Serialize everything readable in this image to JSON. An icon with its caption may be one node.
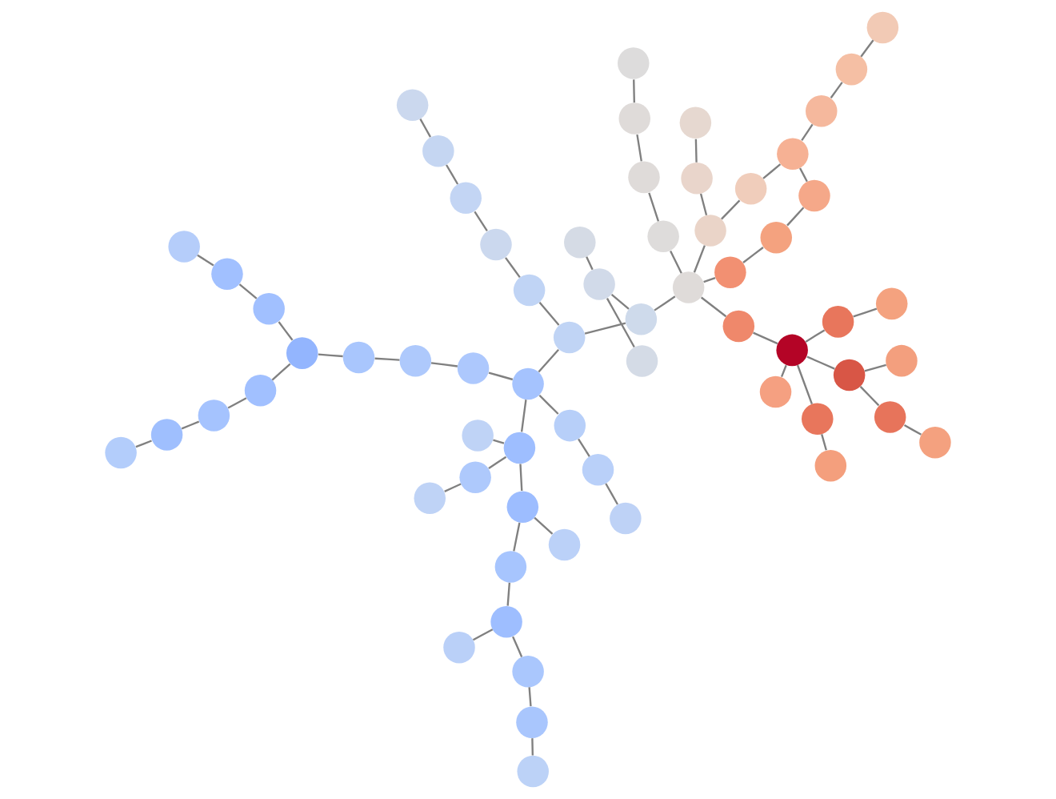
{
  "diagram": {
    "nodes": [
      {
        "text": [],
        "shape": "circle"
      },
      {
        "text": [],
        "shape": "circle"
      },
      {
        "text": [],
        "shape": "circle"
      },
      {
        "text": [],
        "shape": "circle"
      },
      {
        "text": [],
        "shape": "circle"
      },
      {
        "text": [],
        "shape": "circle"
      },
      {
        "text": [],
        "shape": "circle"
      },
      {
        "text": [],
        "shape": "circle"
      },
      {
        "text": [],
        "shape": "circle"
      },
      {
        "text": [],
        "shape": "circle"
      },
      {
        "text": [],
        "shape": "circle"
      },
      {
        "text": [],
        "shape": "circle"
      },
      {
        "text": [],
        "shape": "circle"
      },
      {
        "text": [],
        "shape": "circle"
      },
      {
        "text": [],
        "shape": "circle"
      },
      {
        "text": [],
        "shape": "circle"
      },
      {
        "text": [],
        "shape": "circle"
      },
      {
        "text": [],
        "shape": "circle"
      },
      {
        "text": [],
        "shape": "circle"
      },
      {
        "text": [],
        "shape": "circle"
      },
      {
        "text": [],
        "shape": "circle"
      },
      {
        "text": [],
        "shape": "circle"
      },
      {
        "text": [],
        "shape": "circle"
      },
      {
        "text": [],
        "shape": "circle"
      },
      {
        "text": [],
        "shape": "circle"
      },
      {
        "text": [],
        "shape": "circle"
      },
      {
        "text": [],
        "shape": "circle"
      },
      {
        "text": [],
        "shape": "circle"
      },
      {
        "text": [],
        "shape": "circle"
      },
      {
        "text": [],
        "shape": "circle"
      },
      {
        "text": [],
        "shape": "circle"
      },
      {
        "text": [],
        "shape": "circle"
      },
      {
        "text": [],
        "shape": "circle"
      },
      {
        "text": [],
        "shape": "circle"
      },
      {
        "text": [],
        "shape": "circle"
      },
      {
        "text": [],
        "shape": "circle"
      },
      {
        "text": [],
        "shape": "circle"
      },
      {
        "text": [],
        "shape": "circle"
      },
      {
        "text": [],
        "shape": "circle"
      },
      {
        "text": [],
        "shape": "circle"
      },
      {
        "text": [],
        "shape": "circle"
      },
      {
        "text": [],
        "shape": "circle"
      },
      {
        "text": [],
        "shape": "circle"
      },
      {
        "text": [],
        "shape": "circle"
      },
      {
        "text": [],
        "shape": "circle"
      },
      {
        "text": [],
        "shape": "circle"
      },
      {
        "text": [],
        "shape": "circle"
      },
      {
        "text": [],
        "shape": "circle"
      },
      {
        "text": [],
        "shape": "circle"
      },
      {
        "text": [],
        "shape": "circle"
      },
      {
        "text": [],
        "shape": "circle"
      },
      {
        "text": [],
        "shape": "circle"
      },
      {
        "text": [],
        "shape": "circle"
      },
      {
        "text": [],
        "shape": "circle"
      },
      {
        "text": [],
        "shape": "circle"
      },
      {
        "text": [],
        "shape": "circle"
      },
      {
        "text": [],
        "shape": "circle"
      },
      {
        "text": [],
        "shape": "circle"
      },
      {
        "text": [],
        "shape": "circle"
      },
      {
        "text": [],
        "shape": "circle"
      },
      {
        "text": [],
        "shape": "circle"
      },
      {
        "text": [],
        "shape": "circle"
      },
      {
        "text": [],
        "shape": "circle"
      },
      {
        "text": [],
        "shape": "circle"
      }
    ],
    "edges": [
      {
        "from": 1,
        "to": 3,
        "arrow": "none"
      },
      {
        "from": 3,
        "to": 7,
        "arrow": "none"
      },
      {
        "from": 7,
        "to": 17,
        "arrow": "none"
      },
      {
        "from": 0,
        "to": 4,
        "arrow": "none"
      },
      {
        "from": 4,
        "to": 12,
        "arrow": "none"
      },
      {
        "from": 12,
        "to": 24,
        "arrow": "none"
      },
      {
        "from": 24,
        "to": 35,
        "arrow": "none"
      },
      {
        "from": 15,
        "to": 9,
        "arrow": "none"
      },
      {
        "from": 9,
        "to": 6,
        "arrow": "none"
      },
      {
        "from": 15,
        "to": 13,
        "arrow": "none"
      },
      {
        "from": 13,
        "to": 11,
        "arrow": "none"
      },
      {
        "from": 15,
        "to": 10,
        "arrow": "none"
      },
      {
        "from": 10,
        "to": 5,
        "arrow": "none"
      },
      {
        "from": 5,
        "to": 2,
        "arrow": "none"
      },
      {
        "from": 10,
        "to": 8,
        "arrow": "none"
      },
      {
        "from": 15,
        "to": 19,
        "arrow": "none"
      },
      {
        "from": 15,
        "to": 28,
        "arrow": "none"
      },
      {
        "from": 28,
        "to": 30,
        "arrow": "none"
      },
      {
        "from": 17,
        "to": 16,
        "arrow": "none"
      },
      {
        "from": 17,
        "to": 32,
        "arrow": "none"
      },
      {
        "from": 32,
        "to": 44,
        "arrow": "none"
      },
      {
        "from": 44,
        "to": 54,
        "arrow": "none"
      },
      {
        "from": 44,
        "to": 56,
        "arrow": "none"
      },
      {
        "from": 56,
        "to": 59,
        "arrow": "none"
      },
      {
        "from": 56,
        "to": 60,
        "arrow": "none"
      },
      {
        "from": 60,
        "to": 62,
        "arrow": "none"
      },
      {
        "from": 49,
        "to": 56,
        "arrow": "none"
      },
      {
        "from": 34,
        "to": 49,
        "arrow": "none"
      },
      {
        "from": 49,
        "to": 50,
        "arrow": "none"
      },
      {
        "from": 50,
        "to": 46,
        "arrow": "none"
      },
      {
        "from": 46,
        "to": 43,
        "arrow": "none"
      },
      {
        "from": 53,
        "to": 49,
        "arrow": "none"
      },
      {
        "from": 52,
        "to": 53,
        "arrow": "none"
      },
      {
        "from": 45,
        "to": 52,
        "arrow": "none"
      },
      {
        "from": 35,
        "to": 45,
        "arrow": "none"
      },
      {
        "from": 35,
        "to": 47,
        "arrow": "none"
      },
      {
        "from": 47,
        "to": 55,
        "arrow": "none"
      },
      {
        "from": 55,
        "to": 57,
        "arrow": "none"
      },
      {
        "from": 31,
        "to": 27,
        "arrow": "none"
      },
      {
        "from": 27,
        "to": 21,
        "arrow": "none"
      },
      {
        "from": 27,
        "to": 25,
        "arrow": "none"
      },
      {
        "from": 31,
        "to": 34,
        "arrow": "none"
      },
      {
        "from": 30,
        "to": 31,
        "arrow": "none"
      },
      {
        "from": 34,
        "to": 36,
        "arrow": "none"
      },
      {
        "from": 36,
        "to": 37,
        "arrow": "none"
      },
      {
        "from": 37,
        "to": 38,
        "arrow": "none"
      },
      {
        "from": 38,
        "to": 40,
        "arrow": "none"
      },
      {
        "from": 40,
        "to": 41,
        "arrow": "none"
      },
      {
        "from": 14,
        "to": 18,
        "arrow": "none"
      },
      {
        "from": 18,
        "to": 29,
        "arrow": "none"
      },
      {
        "from": 20,
        "to": 22,
        "arrow": "none"
      },
      {
        "from": 22,
        "to": 23,
        "arrow": "none"
      },
      {
        "from": 23,
        "to": 26,
        "arrow": "none"
      },
      {
        "from": 26,
        "to": 30,
        "arrow": "none"
      },
      {
        "from": 29,
        "to": 30,
        "arrow": "none"
      },
      {
        "from": 29,
        "to": 39,
        "arrow": "none"
      },
      {
        "from": 39,
        "to": 51,
        "arrow": "none"
      },
      {
        "from": 51,
        "to": 58,
        "arrow": "none"
      },
      {
        "from": 58,
        "to": 61,
        "arrow": "none"
      },
      {
        "from": 61,
        "to": 63,
        "arrow": "none"
      },
      {
        "from": 51,
        "to": 48,
        "arrow": "none"
      },
      {
        "from": 48,
        "to": 42,
        "arrow": "none"
      },
      {
        "from": 42,
        "to": 33,
        "arrow": "none"
      },
      {
        "from": 33,
        "to": 30,
        "arrow": "none"
      }
    ]
  }
}
